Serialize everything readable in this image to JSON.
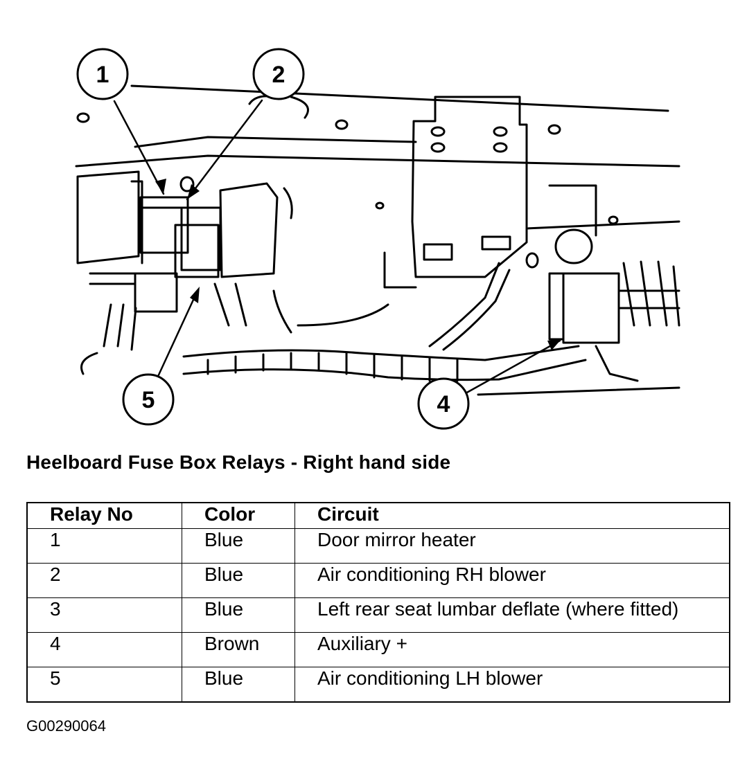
{
  "callouts": [
    "1",
    "2",
    "5",
    "4"
  ],
  "title": "Heelboard Fuse Box Relays - Right hand side",
  "table": {
    "headers": [
      "Relay No",
      "Color",
      "Circuit"
    ],
    "rows": [
      [
        "1",
        "Blue",
        "Door mirror heater"
      ],
      [
        "2",
        "Blue",
        "Air conditioning RH blower"
      ],
      [
        "3",
        "Blue",
        "Left rear seat lumbar deflate (where fitted)"
      ],
      [
        "4",
        "Brown",
        "Auxiliary +"
      ],
      [
        "5",
        "Blue",
        "Air conditioning LH blower"
      ]
    ]
  },
  "figure_code": "G00290064"
}
